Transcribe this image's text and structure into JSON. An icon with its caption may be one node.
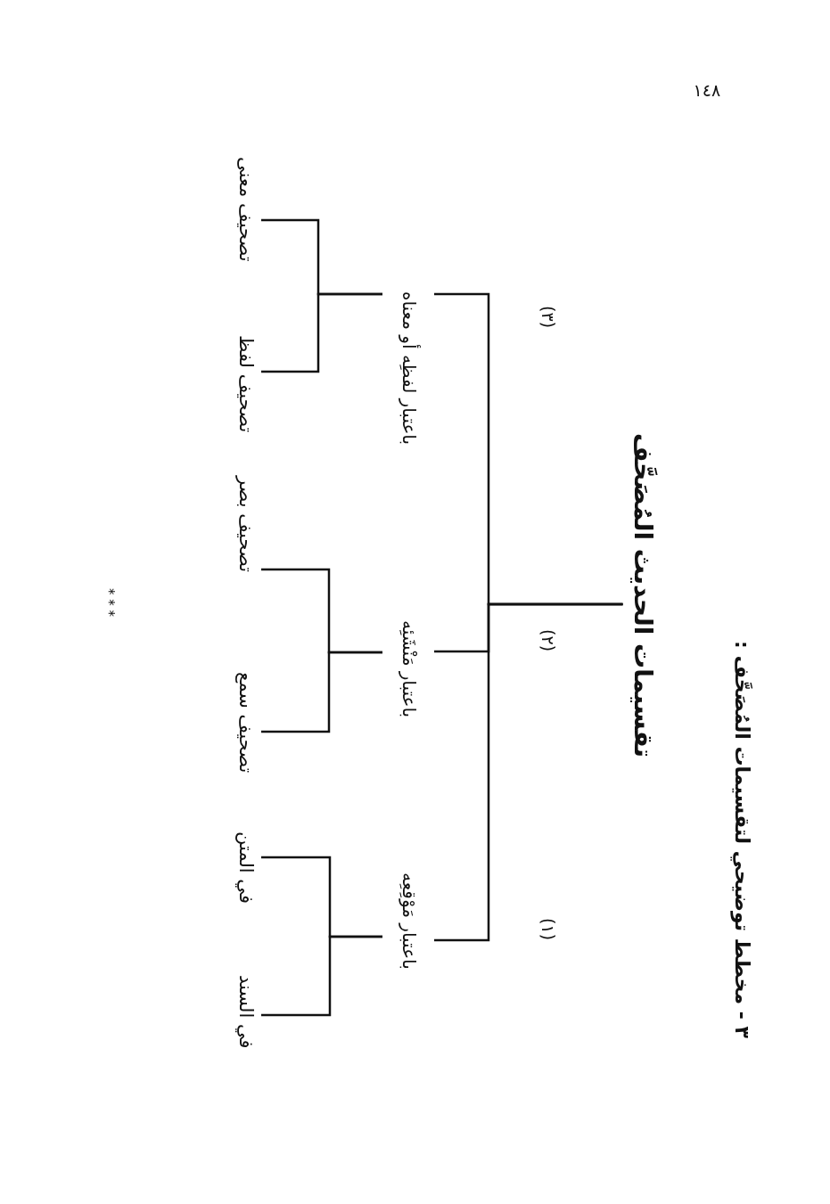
{
  "diagram": {
    "title": "٣ - مخطط توضيحي لتقسيمات المُصَحَّف :",
    "nodes": [
      {
        "text": [
          "تقسيمات الحديث المُصَحَّف"
        ]
      },
      {
        "text": [
          "باعتبار مَوْقِعِه"
        ]
      },
      {
        "text": [
          "باعتبار مَنْشَئِه"
        ]
      },
      {
        "text": [
          "باعتبار لفظِه أو معناه"
        ]
      },
      {
        "text": [
          "في السند"
        ]
      },
      {
        "text": [
          "في المتن"
        ]
      },
      {
        "text": [
          "تصحيف سمع"
        ]
      },
      {
        "text": [
          "تصحيف بصر"
        ]
      },
      {
        "text": [
          "تصحيف لفظ"
        ]
      },
      {
        "text": [
          "تصحيف معنى"
        ]
      }
    ],
    "edges": [
      {
        "from": 0,
        "to": 1,
        "arrow": "none"
      },
      {
        "from": 0,
        "to": 2,
        "arrow": "none"
      },
      {
        "from": 0,
        "to": 3,
        "arrow": "none"
      },
      {
        "from": 1,
        "to": 4,
        "arrow": "none"
      },
      {
        "from": 1,
        "to": 5,
        "arrow": "none"
      },
      {
        "from": 2,
        "to": 6,
        "arrow": "none"
      },
      {
        "from": 2,
        "to": 7,
        "arrow": "none"
      },
      {
        "from": 3,
        "to": 8,
        "arrow": "none"
      },
      {
        "from": 3,
        "to": 9,
        "arrow": "none"
      }
    ],
    "labels": [
      "١٤٨",
      "(١)",
      "(٢)",
      "(٣)",
      "* * *"
    ]
  }
}
